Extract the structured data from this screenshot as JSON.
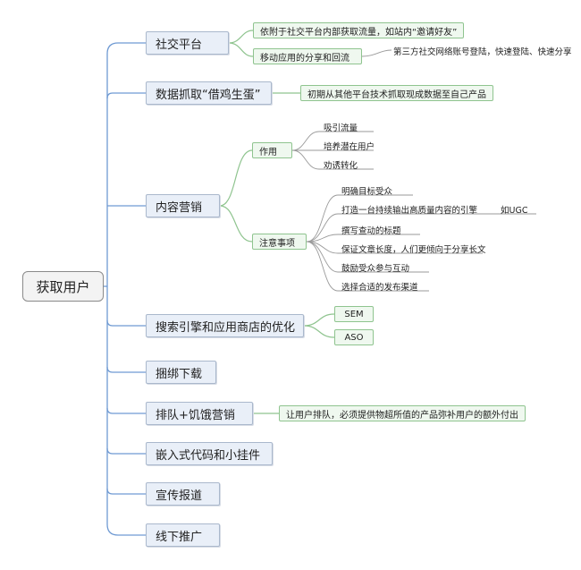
{
  "root": "获取用户",
  "branches": {
    "social": {
      "label": "社交平台",
      "children": [
        "依附于社交平台内部获取流量，如站内“邀请好友”",
        "移动应用的分享和回流"
      ],
      "note": "第三方社交网络账号登陆，快速登陆、快速分享"
    },
    "data": {
      "label": "数据抓取“借鸡生蛋”",
      "child": "初期从其他平台技术抓取现成数据至自己产品"
    },
    "content": {
      "label": "内容营销",
      "effect": {
        "label": "作用",
        "items": [
          "吸引流量",
          "培养潜在用户",
          "劝诱转化"
        ]
      },
      "notice": {
        "label": "注意事项",
        "items": [
          "明确目标受众",
          "打造一台持续输出高质量内容的引擎",
          "撰写查动的标题",
          "保证文章长度，人们更倾向于分享长文",
          "鼓励受众参与互动",
          "选择合适的发布渠道"
        ],
        "engine_note": "如UGC"
      }
    },
    "search": {
      "label": "搜索引擎和应用商店的优化",
      "children": [
        "SEM",
        "ASO"
      ]
    },
    "bundle": {
      "label": "捆绑下载"
    },
    "queue": {
      "label": "排队+饥饿营销",
      "child": "让用户排队，必须提供物超所值的产品弥补用户的额外付出"
    },
    "embed": {
      "label": "嵌入式代码和小挂件"
    },
    "pr": {
      "label": "宣传报道"
    },
    "offline": {
      "label": "线下推广"
    }
  },
  "colors": {
    "blue_line": "#6f9ad3",
    "green_line": "#8fc48f",
    "gray_line": "#9a9a9a"
  }
}
